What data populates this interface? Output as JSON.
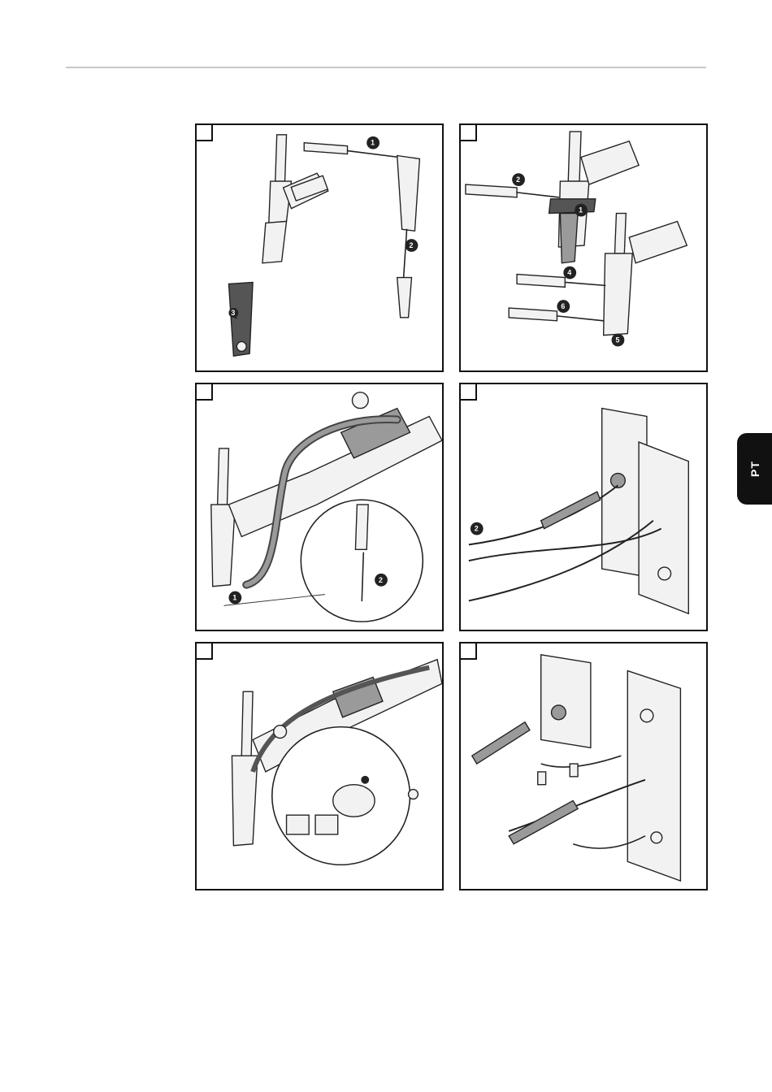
{
  "header": {
    "language_tab": "PT"
  },
  "panels": [
    {
      "id": "panel-1",
      "step_numbers": [
        "1",
        "2",
        "3"
      ]
    },
    {
      "id": "panel-2",
      "step_numbers": [
        "1",
        "2",
        "4",
        "5",
        "6"
      ]
    },
    {
      "id": "panel-3",
      "step_numbers": [
        "1",
        "2"
      ]
    },
    {
      "id": "panel-4",
      "step_numbers": [
        "2"
      ]
    },
    {
      "id": "panel-5",
      "step_numbers": []
    },
    {
      "id": "panel-6",
      "step_numbers": []
    }
  ]
}
